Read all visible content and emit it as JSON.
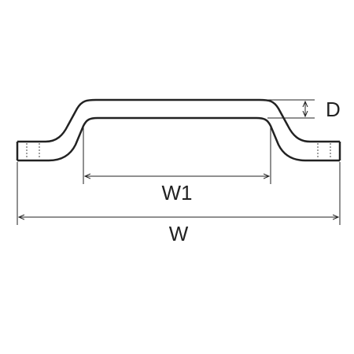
{
  "diagram": {
    "labels": {
      "thickness": "D",
      "inner_width": "W1",
      "overall_width": "W"
    },
    "colors": {
      "line": "#222222",
      "background": "#ffffff"
    }
  }
}
